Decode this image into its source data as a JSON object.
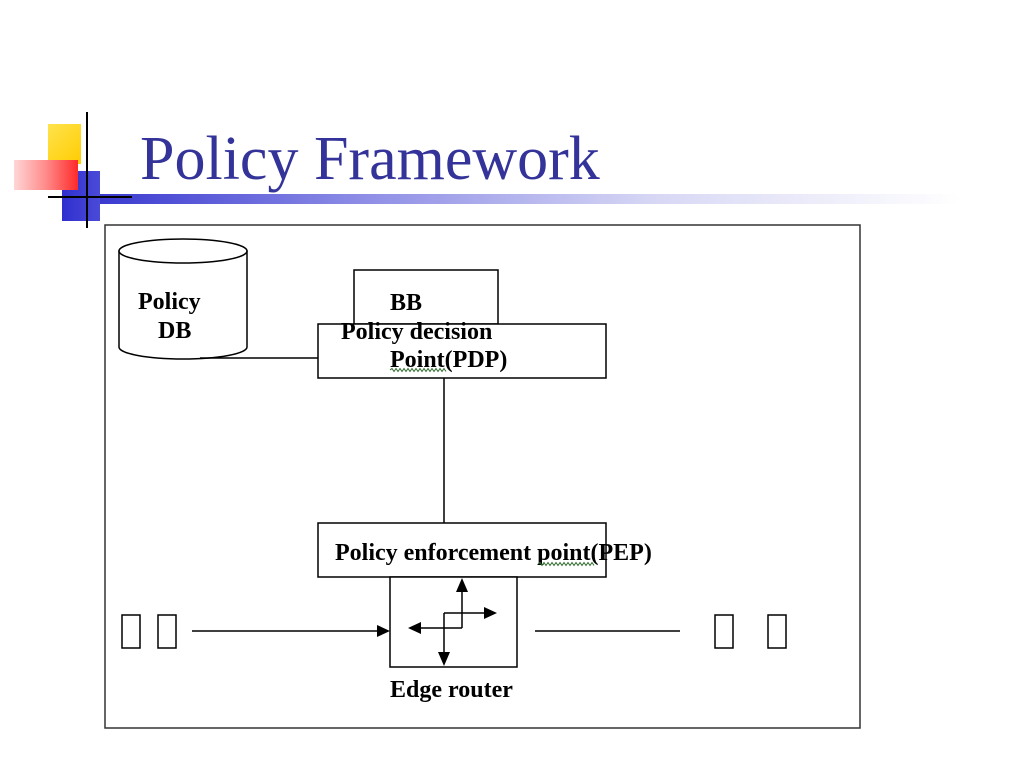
{
  "slide": {
    "title": "Policy Framework"
  },
  "diagram": {
    "policy_db": {
      "line1": "Policy",
      "line2": "DB"
    },
    "bb": {
      "label": "BB"
    },
    "pdp": {
      "line1": "Policy decision",
      "line2": "Point(PDP)"
    },
    "pep": {
      "label": "Policy enforcement point(PEP)"
    },
    "edge_router": {
      "label": "Edge router"
    }
  },
  "icons": {
    "database": "database-cylinder-icon",
    "router": "router-arrows-icon"
  },
  "colors": {
    "title": "#333399",
    "accent_yellow": "#FFCC00",
    "accent_red": "#FF2A2A",
    "accent_blue": "#3333CC"
  }
}
